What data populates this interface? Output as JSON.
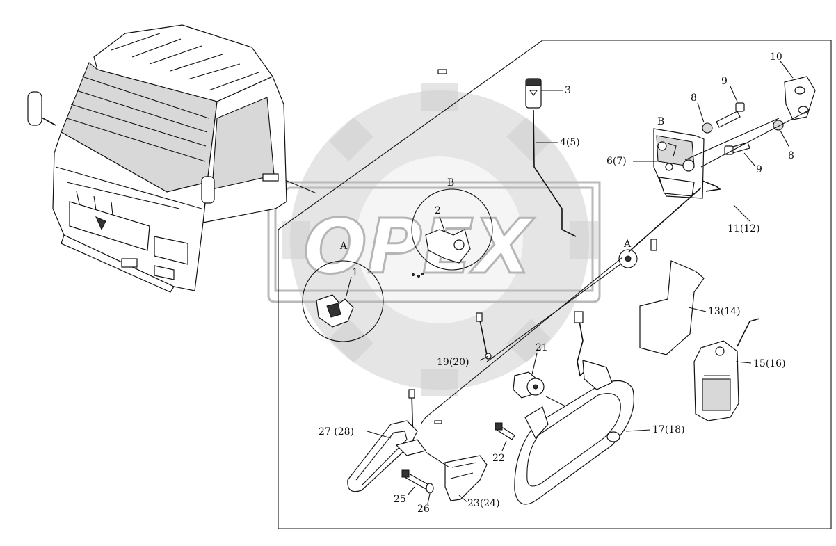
{
  "watermark": {
    "text": "OPEX"
  },
  "detail_labels": {
    "a_detail": "A",
    "b_detail": "B",
    "a_callout": "A",
    "b_callout": "B"
  },
  "callouts": {
    "p1": "1",
    "p2": "2",
    "p3": "3",
    "p4": "4(5)",
    "p6": "6(7)",
    "p8a": "8",
    "p8b": "8",
    "p9a": "9",
    "p9b": "9",
    "p10": "10",
    "p11": "11(12)",
    "p13": "13(14)",
    "p15": "15(16)",
    "p17": "17(18)",
    "p19": "19(20)",
    "p21": "21",
    "p22": "22",
    "p23": "23(24)",
    "p25": "25",
    "p26": "26",
    "p27": "27 (28)"
  }
}
